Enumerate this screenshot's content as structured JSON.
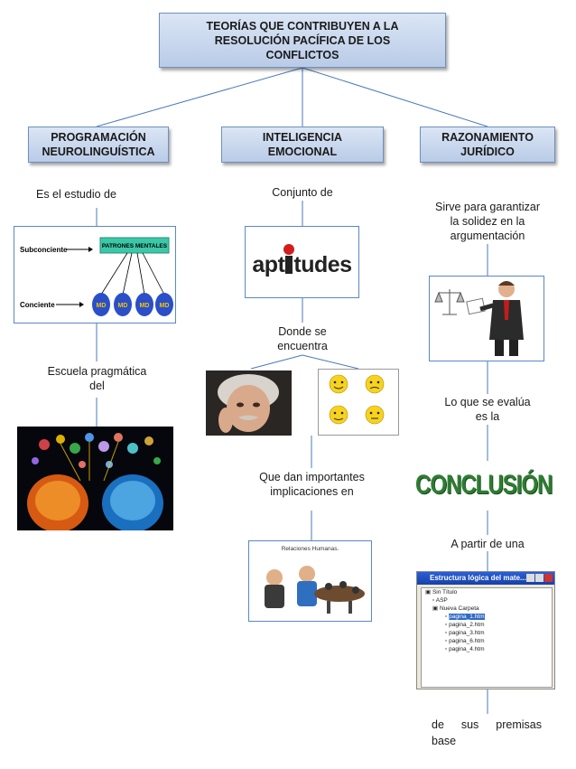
{
  "title": "TEORÍAS QUE CONTRIBUYEN A LA\nRESOLUCIÓN PACÍFICA DE LOS\nCONFLICTOS",
  "branches": {
    "pnl": {
      "heading": "PROGRAMACIÓN\nNEUROLINGUÍSTICA",
      "text1": "Es el estudio de",
      "diagram": {
        "subconsciente": "Subconciente",
        "patrones": "PATRONES MENTALES",
        "consciente": "Conciente",
        "md": "MD"
      },
      "text2": "Escuela pragmática\ndel"
    },
    "ie": {
      "heading": "INTELIGENCIA\nEMOCIONAL",
      "text1": "Conjunto de",
      "aptitudes_left": "apt",
      "aptitudes_right": "tudes",
      "text2": "Donde se\nencuentra",
      "text3": "Que dan importantes\nimplicaciones en",
      "relaciones": "Relaciones Humanas."
    },
    "rj": {
      "heading": "RAZONAMIENTO\nJURÍDICO",
      "text1": "Sirve para garantizar\nla solidez en la\nargumentación",
      "text2": "Lo que se evalúa\nes la",
      "conclusion": "CONCLUSIÓN",
      "text3": "A partir de una",
      "window": {
        "title": "Estructura lógica del mate...",
        "items": [
          "Sin Título",
          "ASP",
          "Nueva Carpeta",
          "pagina_1.htm",
          "pagina_2.htm",
          "pagina_3.htm",
          "pagina_6.htm",
          "pagina_4.htm"
        ]
      },
      "text4_words": [
        "de",
        "sus",
        "premisas"
      ],
      "text4_last": "base"
    }
  },
  "colors": {
    "box_border": "#6f8fbf",
    "line": "#4a78bd",
    "conclusion_green": "#2e7d32"
  }
}
